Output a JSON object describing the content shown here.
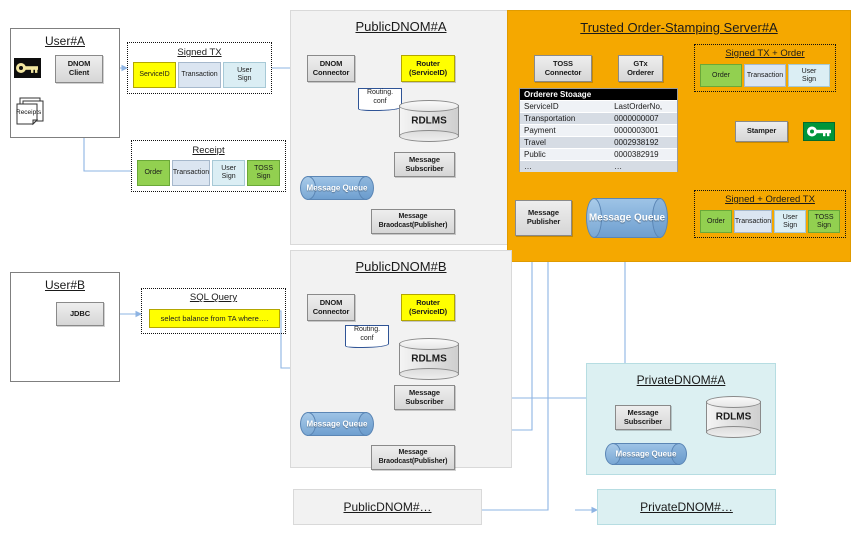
{
  "diagram": {
    "zones": {
      "user_a": "User#A",
      "public_dnom_a": "PublicDNOM#A",
      "trusted_server": "Trusted Order-Stamping Server#A",
      "user_b": "User#B",
      "public_dnom_b": "PublicDNOM#B",
      "private_dnom_a": "PrivateDNOM#A",
      "public_dnom_more": "PublicDNOM#…",
      "private_dnom_more": "PrivateDNOM#…"
    },
    "user_a": {
      "client_node": "DNOM\nClient",
      "receipts_label": "Receipts",
      "key_icon": "key-icon"
    },
    "user_b": {
      "jdbc_node": "JDBC"
    },
    "packets": {
      "signed_tx": {
        "title": "Signed TX",
        "fields": [
          {
            "label": "ServiceID",
            "color": "yellow"
          },
          {
            "label": "Transaction",
            "color": "blue"
          },
          {
            "label": "User\nSign",
            "color": "pale"
          }
        ]
      },
      "receipt": {
        "title": "Receipt",
        "fields": [
          {
            "label": "Order",
            "color": "green"
          },
          {
            "label": "Transaction",
            "color": "blue"
          },
          {
            "label": "User\nSign",
            "color": "pale"
          },
          {
            "label": "TOSS\nSign",
            "color": "green"
          }
        ]
      },
      "signed_tx_order": {
        "title": "Signed TX + Order",
        "fields": [
          {
            "label": "Order",
            "color": "green"
          },
          {
            "label": "Transaction",
            "color": "blue"
          },
          {
            "label": "User\nSign",
            "color": "pale"
          }
        ]
      },
      "signed_ordered_tx": {
        "title": "Signed + Ordered TX",
        "fields": [
          {
            "label": "Order",
            "color": "green"
          },
          {
            "label": "Transaction",
            "color": "blue"
          },
          {
            "label": "User\nSign",
            "color": "pale"
          },
          {
            "label": "TOSS\nSign",
            "color": "green"
          }
        ]
      },
      "sql_query": {
        "title": "SQL Query",
        "statement": "select balance from TA where…."
      }
    },
    "public_a": {
      "connector": "DNOM\nConnector",
      "router": "Router\n(ServiceID)",
      "routing_conf": "Routing.\nconf",
      "rdlms": "RDLMS",
      "message_subscriber": "Message\nSubscriber",
      "message_queue": "Message Queue",
      "message_broadcast": "Message\nBraodcast(Publisher)"
    },
    "public_b": {
      "connector": "DNOM\nConnector",
      "router": "Router\n(ServiceID)",
      "routing_conf": "Routing.\nconf",
      "rdlms": "RDLMS",
      "message_subscriber": "Message\nSubscriber",
      "message_queue": "Message Queue",
      "message_broadcast": "Message\nBraodcast(Publisher)"
    },
    "private_a": {
      "message_subscriber": "Message\nSubscriber",
      "rdlms": "RDLMS",
      "message_queue": "Message Queue"
    },
    "trusted": {
      "toss_connector": "TOSS\nConnector",
      "gtx_orderer": "GTx\nOrderer",
      "stamper": "Stamper",
      "message_queue": "Message Queue",
      "message_publisher": "Message\nPublisher",
      "key_icon": "key-icon",
      "storage": {
        "header": "Orderere Stoaage",
        "columns": [
          "ServiceID",
          "LastOrderNo,"
        ],
        "rows": [
          [
            "Transportation",
            "0000000007"
          ],
          [
            "Payment",
            "0000003001"
          ],
          [
            "Travel",
            "0002938192"
          ],
          [
            "Public",
            "0000382919"
          ],
          [
            "…",
            "…"
          ]
        ]
      }
    },
    "colors": {
      "trusted_bg": "#f5a800",
      "zone_bg": "#f2f2f2",
      "private_bg": "#dcf0f2",
      "accent_yellow": "#ffff00",
      "accent_green": "#92d050",
      "queue_blue": "#7aa8d4",
      "wire": "#8eb4e3"
    }
  }
}
